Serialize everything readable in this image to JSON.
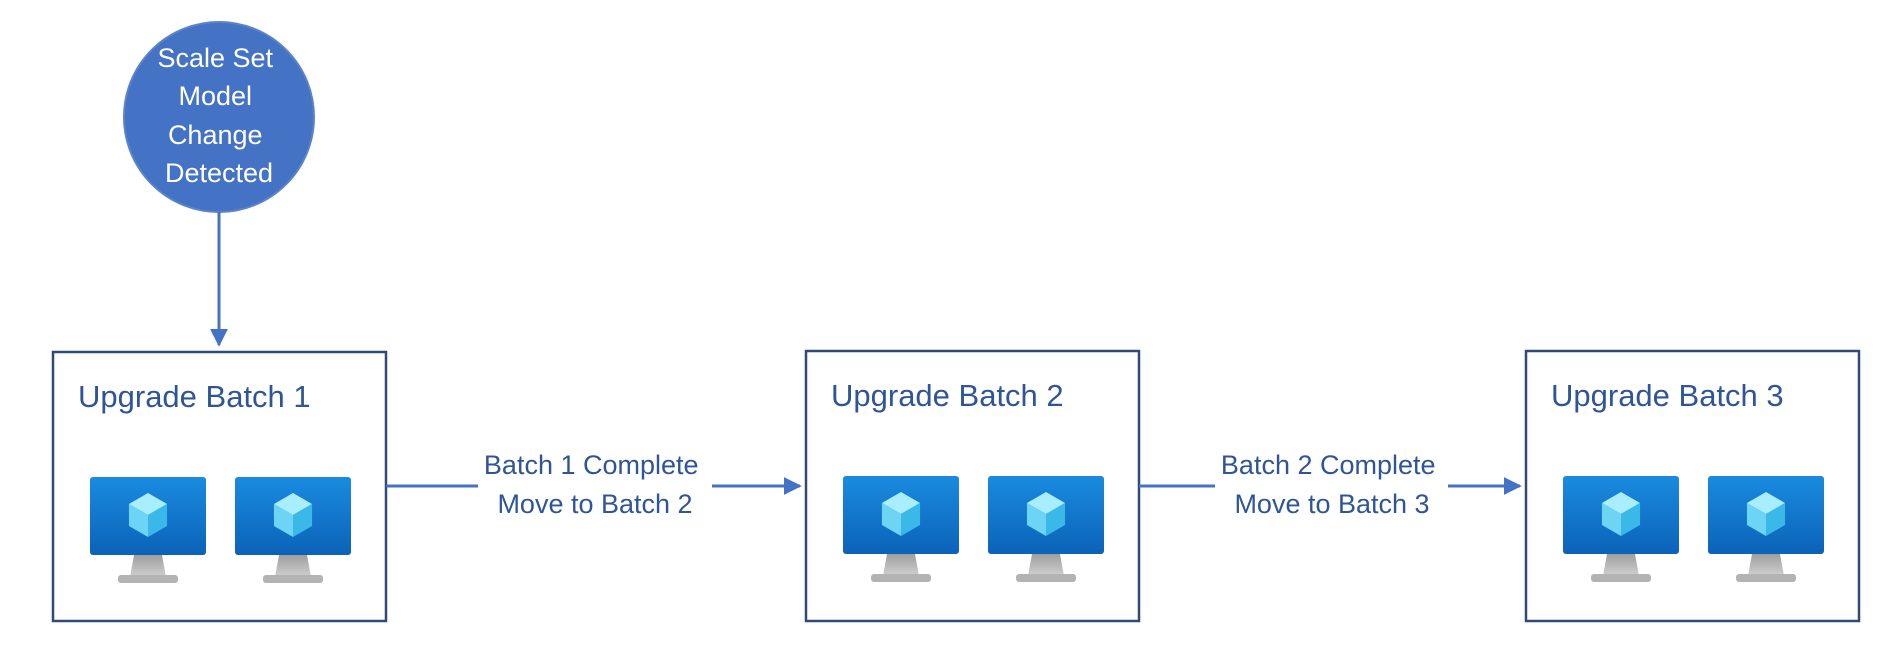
{
  "start_node": {
    "lines": [
      "Scale Set",
      "Model",
      "Change",
      "Detected"
    ]
  },
  "batches": [
    {
      "title": "Upgrade Batch 1",
      "vm_count": 2
    },
    {
      "title": "Upgrade Batch 2",
      "vm_count": 2
    },
    {
      "title": "Upgrade Batch 3",
      "vm_count": 2
    }
  ],
  "transitions": [
    {
      "line1": "Batch 1 Complete",
      "line2": "Move to Batch 2"
    },
    {
      "line1": "Batch 2 Complete",
      "line2": "Move to Batch 3"
    }
  ],
  "colors": {
    "circle_fill": "#4472C4",
    "circle_stroke": "#5B84C8",
    "connector": "#4472C4",
    "box_stroke": "#2F4A78",
    "title_text": "#2F5597",
    "label_text": "#2F5597",
    "monitor_screen_top": "#1A8BE0",
    "monitor_screen_bottom": "#0B63B8",
    "monitor_stand": "#B3B3B3",
    "cube_light": "#A8EEFF",
    "cube_mid": "#6ED4F5",
    "cube_dark": "#3AB8E8"
  },
  "icons": {
    "vm": "virtual-machine-icon"
  }
}
